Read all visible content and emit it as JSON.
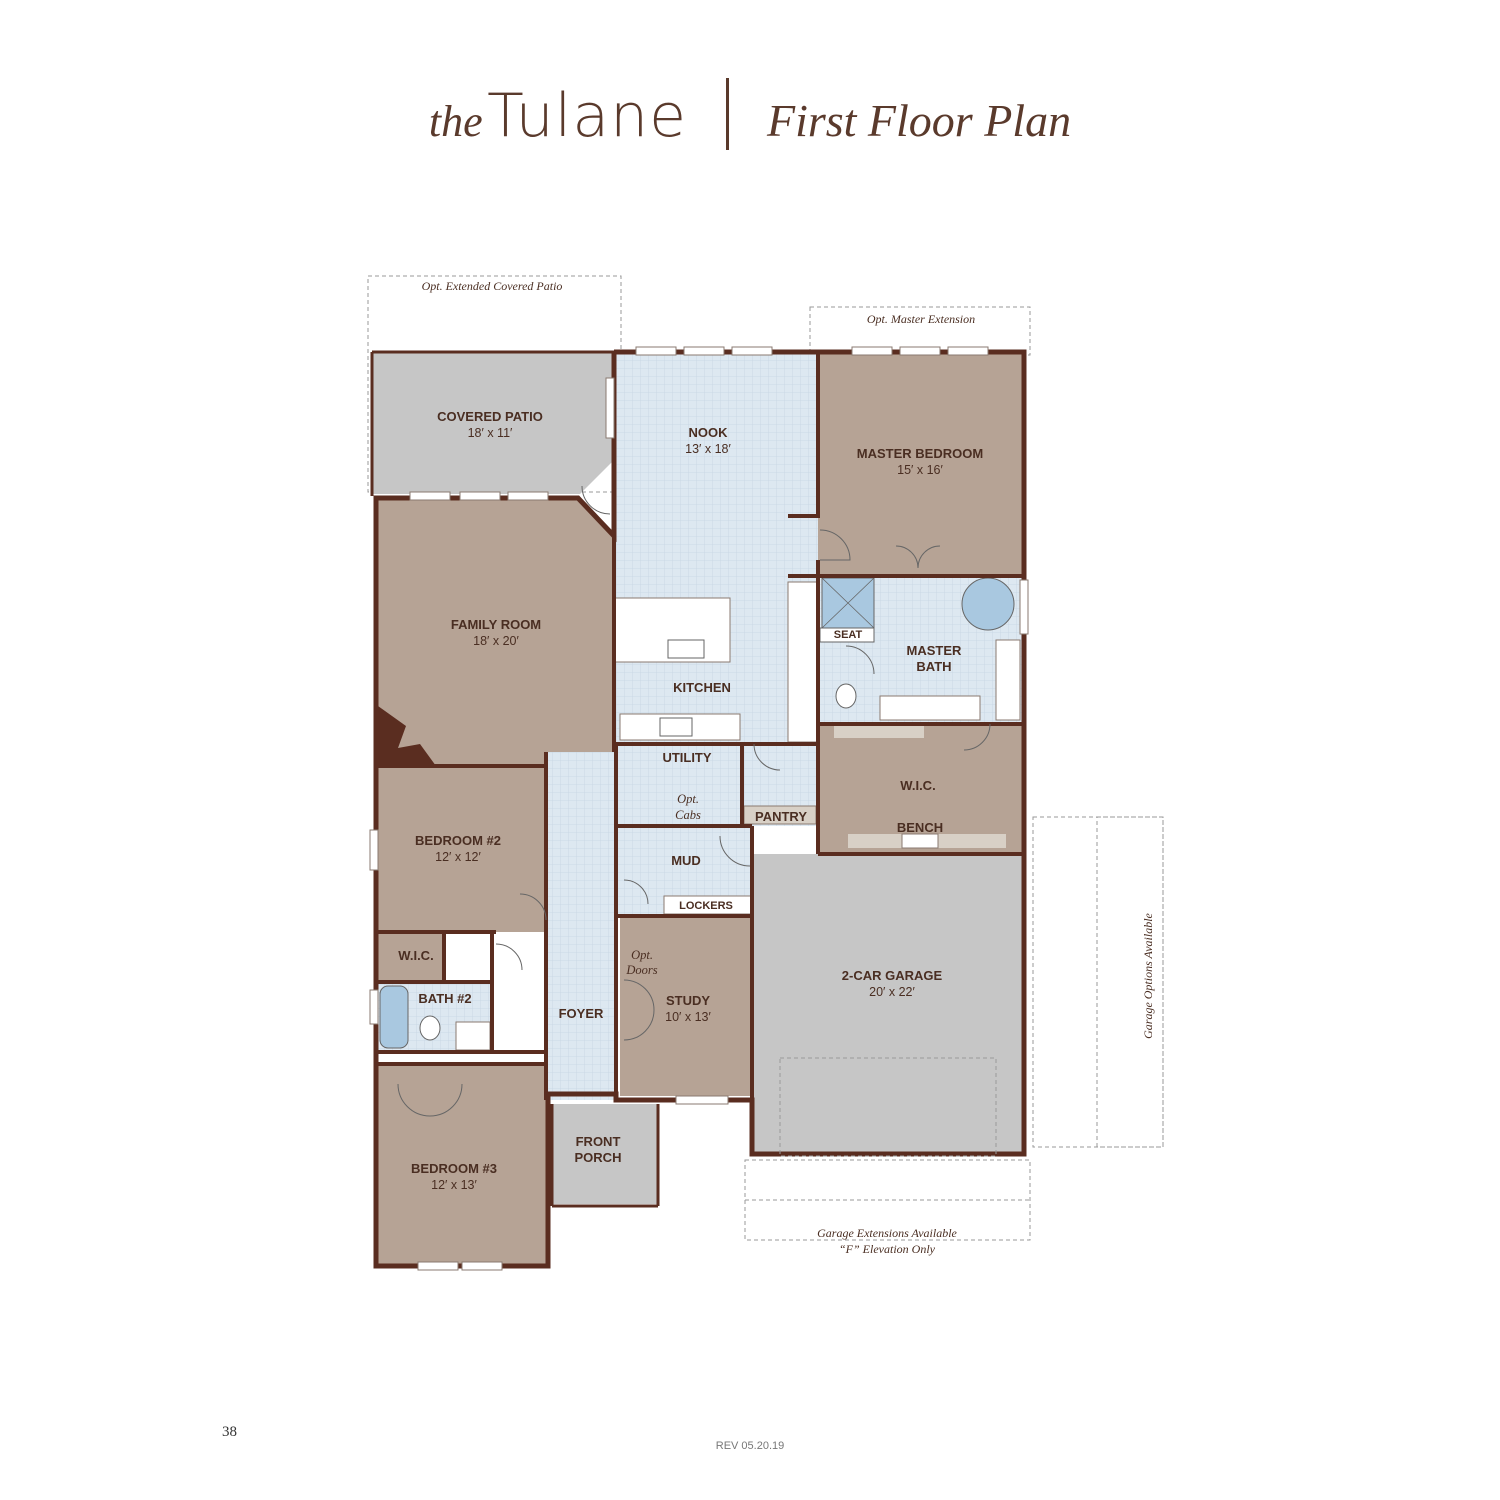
{
  "header": {
    "prefix": "the",
    "name": "Tulane",
    "plan_title": "First Floor Plan"
  },
  "rooms": {
    "covered_patio": {
      "name": "COVERED PATIO",
      "dim": "18′ x 11′"
    },
    "nook": {
      "name": "NOOK",
      "dim": "13′ x 18′"
    },
    "master_bedroom": {
      "name": "MASTER BEDROOM",
      "dim": "15′ x 16′"
    },
    "family_room": {
      "name": "FAMILY ROOM",
      "dim": "18′ x 20′"
    },
    "kitchen": {
      "name": "KITCHEN"
    },
    "seat": {
      "name": "SEAT"
    },
    "master_bath": {
      "name_line1": "MASTER",
      "name_line2": "BATH"
    },
    "utility": {
      "name": "UTILITY"
    },
    "pantry": {
      "name": "PANTRY"
    },
    "master_wic": {
      "name": "W.I.C."
    },
    "bench": {
      "name": "BENCH"
    },
    "bedroom2": {
      "name": "BEDROOM #2",
      "dim": "12′ x 12′"
    },
    "mud": {
      "name": "MUD"
    },
    "lockers": {
      "name": "LOCKERS"
    },
    "wic2": {
      "name": "W.I.C."
    },
    "bath2": {
      "name": "BATH #2"
    },
    "foyer": {
      "name": "FOYER"
    },
    "study": {
      "name": "STUDY",
      "dim": "10′ x 13′"
    },
    "garage": {
      "name": "2-CAR GARAGE",
      "dim": "20′ x 22′"
    },
    "front_porch": {
      "name_line1": "FRONT",
      "name_line2": "PORCH"
    },
    "bedroom3": {
      "name": "BEDROOM #3",
      "dim": "12′ x 13′"
    }
  },
  "notes": {
    "ext_patio": "Opt. Extended Covered Patio",
    "master_ext": "Opt. Master Extension",
    "opt_cabs_1": "Opt.",
    "opt_cabs_2": "Cabs",
    "opt_doors_1": "Opt.",
    "opt_doors_2": "Doors",
    "garage_options": "Garage Options Available",
    "garage_ext_1": "Garage Extensions Available",
    "garage_ext_2": "“F” Elevation Only"
  },
  "footer": {
    "page_number": "38",
    "revision": "REV 05.20.19"
  },
  "colors": {
    "wall": "#5a2d20",
    "taupe": "#b6a395",
    "gray": "#c6c6c6",
    "tile": "#dde8f1",
    "cabinet": "#d8d0c6"
  }
}
